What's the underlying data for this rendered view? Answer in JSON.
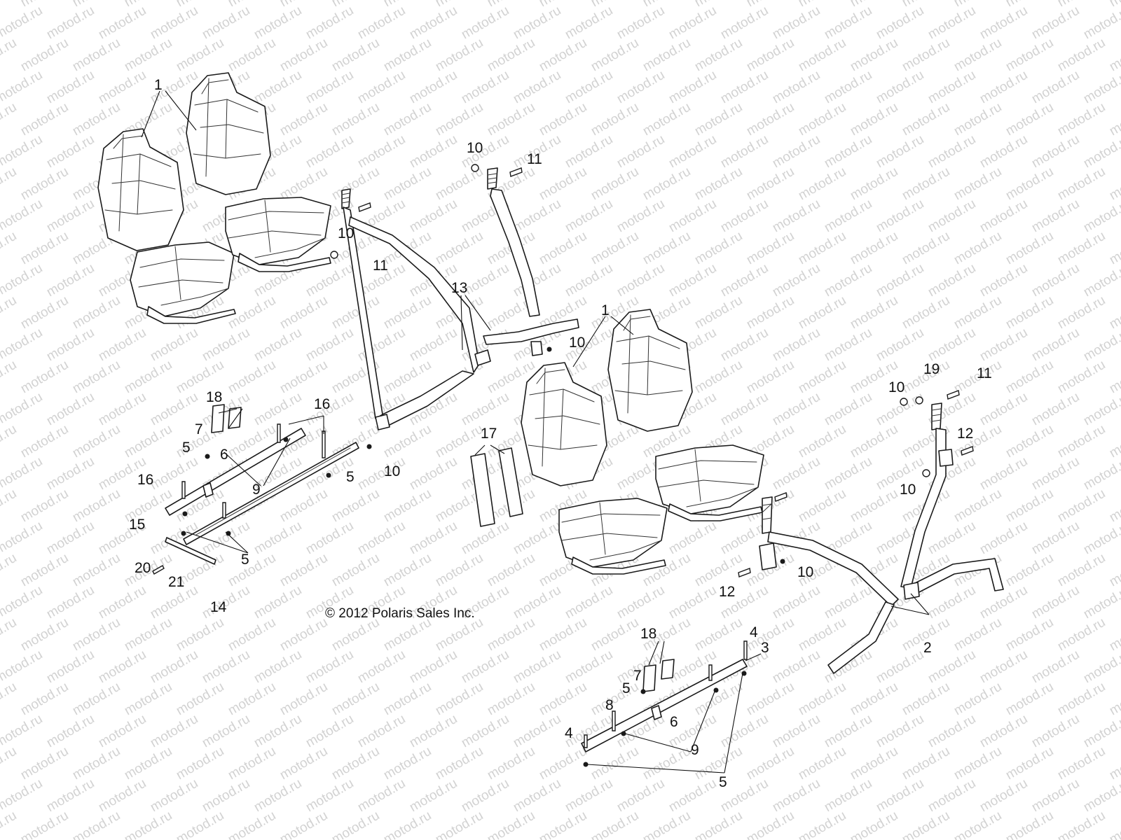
{
  "watermark": "motod.ru",
  "copyright": "© 2012 Polaris Sales Inc.",
  "callouts": [
    "1",
    "1",
    "10",
    "11",
    "10",
    "11",
    "13",
    "10",
    "18",
    "16",
    "7",
    "5",
    "6",
    "9",
    "5",
    "16",
    "15",
    "10",
    "17",
    "5",
    "20",
    "21",
    "14",
    "10",
    "19",
    "11",
    "12",
    "10",
    "12",
    "10",
    "2",
    "18",
    "4",
    "3",
    "7",
    "5",
    "8",
    "6",
    "4",
    "9",
    "5"
  ]
}
